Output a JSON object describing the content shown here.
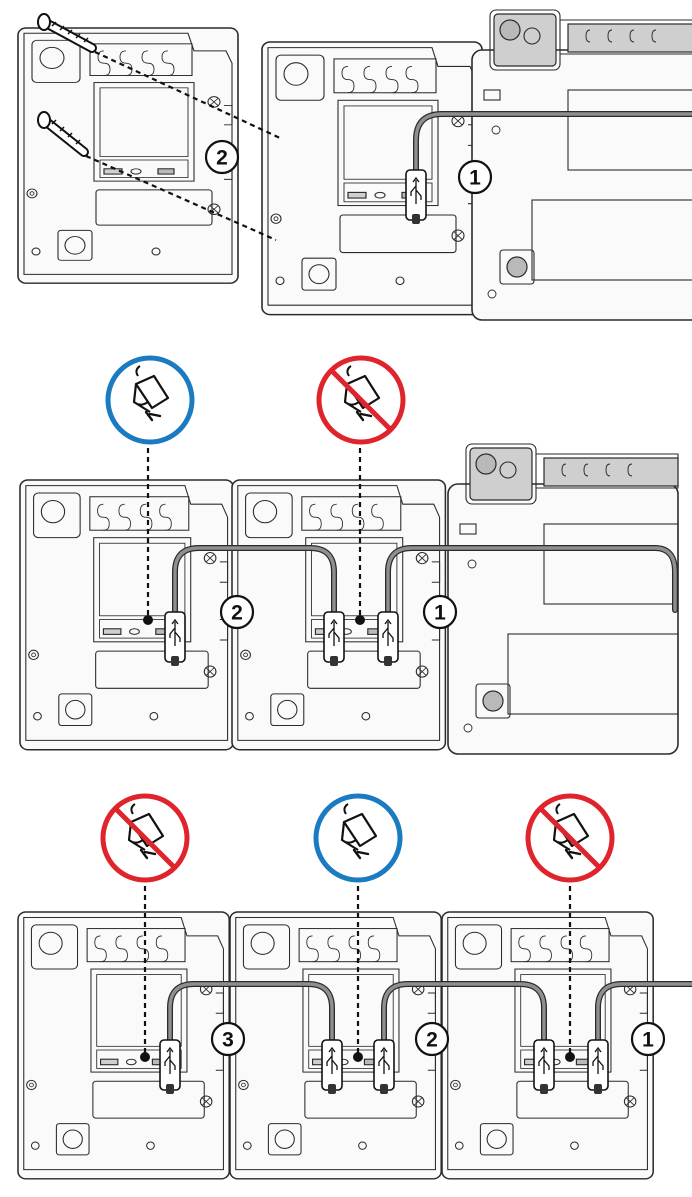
{
  "colors": {
    "allowed": "#1a7bc0",
    "prohibited": "#e0242c",
    "line": "#2b2b2b",
    "cable_fill": "#8f8f8f"
  },
  "panels": [
    {
      "id": "step-mount",
      "callouts": [
        "1",
        "2"
      ],
      "icons": []
    },
    {
      "id": "step-two-modules",
      "callouts": [
        "1",
        "2"
      ],
      "icons": [
        "power-adapter-allowed-icon",
        "power-adapter-prohibited-icon"
      ]
    },
    {
      "id": "step-three-modules",
      "callouts": [
        "1",
        "2",
        "3"
      ],
      "icons": [
        "power-adapter-prohibited-icon",
        "power-adapter-allowed-icon",
        "power-adapter-prohibited-icon"
      ]
    }
  ],
  "callouts": {
    "p1_module": "2",
    "p1_phone": "1",
    "p2_left": "2",
    "p2_right": "1",
    "p3_left": "3",
    "p3_mid": "2",
    "p3_right": "1"
  }
}
